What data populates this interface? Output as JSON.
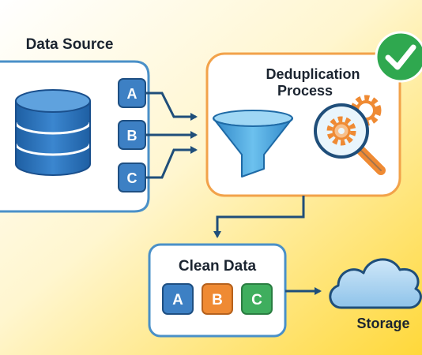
{
  "diagram": {
    "source_title": "Data Source",
    "process_title_line1": "Deduplication",
    "process_title_line2": "Process",
    "clean_title": "Clean Data",
    "storage_label": "Storage",
    "input_chips": [
      "A",
      "B",
      "C"
    ],
    "output_chips": [
      "A",
      "B",
      "C"
    ]
  },
  "icons": {
    "source": "database-icon",
    "filter": "funnel-icon",
    "inspect": "magnifier-gear-icon",
    "status": "check-badge-icon",
    "storage": "cloud-icon"
  },
  "colors": {
    "panel_stroke": "#4a90c8",
    "process_stroke": "#f2a24a",
    "chip_blue": "#3d80c4",
    "chip_orange": "#ef8a33",
    "chip_green": "#3fae5e",
    "check_green": "#2fa84f",
    "arrow": "#1f4e7a"
  }
}
